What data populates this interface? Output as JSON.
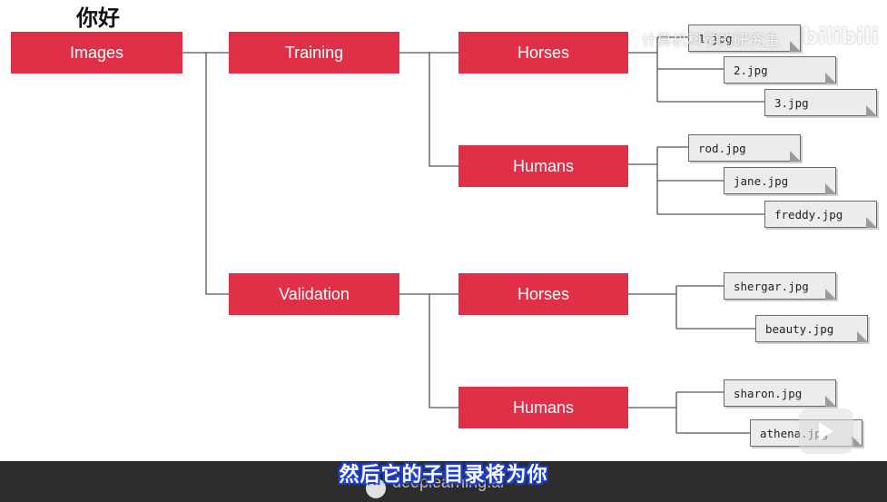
{
  "caption_top": "你好",
  "watermark": {
    "text": "计算机科学的研究生",
    "logo": "bilibili"
  },
  "diagram": {
    "root": "Images",
    "splits": [
      {
        "label": "Training",
        "classes": [
          {
            "label": "Horses",
            "files": [
              "1.jpg",
              "2.jpg",
              "3.jpg"
            ]
          },
          {
            "label": "Humans",
            "files": [
              "rod.jpg",
              "jane.jpg",
              "freddy.jpg"
            ]
          }
        ]
      },
      {
        "label": "Validation",
        "classes": [
          {
            "label": "Horses",
            "files": [
              "shergar.jpg",
              "beauty.jpg"
            ]
          },
          {
            "label": "Humans",
            "files": [
              "sharon.jpg",
              "athena.jpg"
            ]
          }
        ]
      }
    ]
  },
  "footer": {
    "brand": "deeplearning.ai",
    "subtitle": "然后它的子目录将为你"
  },
  "colors": {
    "folder_box": "#e03048",
    "connector": "#555555",
    "file_fill": "#ececec",
    "subtitle_outline": "#1d3fd6"
  },
  "icons": {
    "play_badge": "play-icon"
  }
}
